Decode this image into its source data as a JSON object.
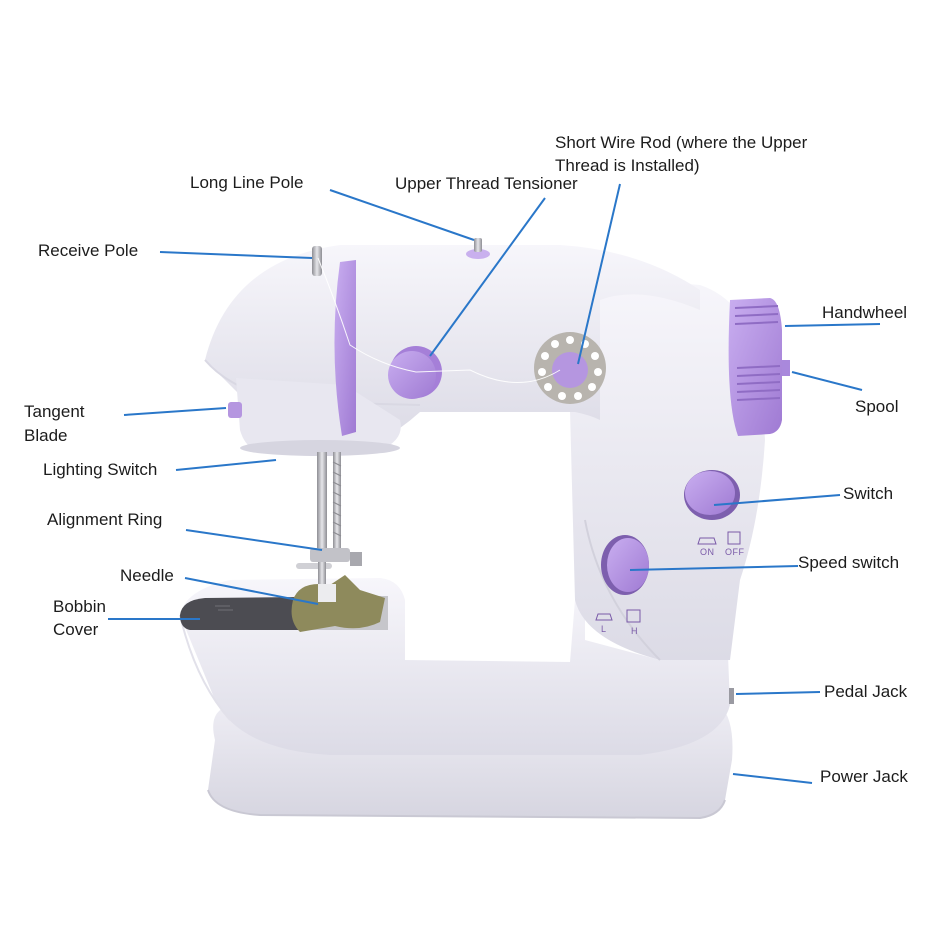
{
  "diagram": {
    "subject": "Mini sewing machine",
    "colors": {
      "background": "#ffffff",
      "body": "#f2f1f7",
      "body_shade": "#d9d8e3",
      "accent_purple": "#b596e0",
      "accent_purple_dark": "#8f6cc4",
      "leader_line": "#2a77c9",
      "label_text": "#1c1c1c",
      "metal": "#b9b9bd",
      "fabric": "#8e8a5c"
    },
    "labels": {
      "short_wire_rod_line1": "Short Wire Rod (where the Upper",
      "short_wire_rod_line2": "Thread is Installed)",
      "long_line_pole": "Long Line Pole",
      "upper_thread_tensioner": "Upper Thread Tensioner",
      "receive_pole": "Receive Pole",
      "handwheel": "Handwheel",
      "tangent_blade_line1": "Tangent",
      "tangent_blade_line2": "Blade",
      "spool": "Spool",
      "lighting_switch": "Lighting Switch",
      "switch": "Switch",
      "alignment_ring": "Alignment Ring",
      "speed_switch": "Speed switch",
      "needle": "Needle",
      "bobbin_cover_line1": "Bobbin",
      "bobbin_cover_line2": "Cover",
      "pedal_jack": "Pedal Jack",
      "power_jack": "Power Jack"
    },
    "panel_markings": {
      "on": "ON",
      "off": "OFF",
      "low": "L",
      "high": "H"
    }
  }
}
